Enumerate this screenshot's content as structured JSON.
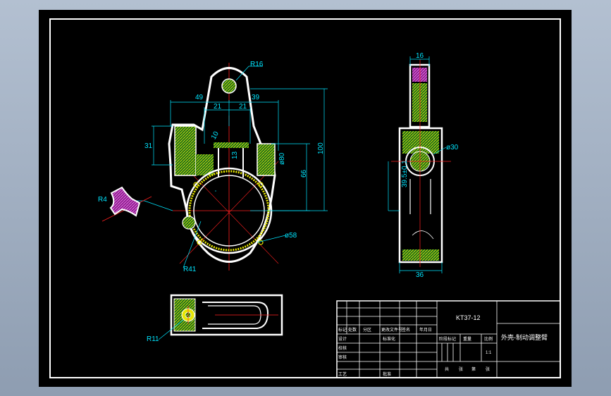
{
  "drawing": {
    "dimensions": {
      "r16": "R16",
      "d49": "49",
      "d39": "39",
      "d21a": "21",
      "d21b": "21",
      "d31": "31",
      "d13": "13",
      "d10": "10",
      "d100": "100",
      "d66": "66",
      "phi80": "ø80",
      "r4": "R4",
      "phi58": "ø58",
      "r41": "R41",
      "r11": "R11",
      "d16": "16",
      "phi30": "ø30",
      "d395": "39.5±0.1",
      "d36": "36"
    },
    "title_block": {
      "drawing_number": "KT37-12",
      "part_name": "外壳-制动调整臂",
      "row_labels": [
        "标记",
        "处数",
        "分区",
        "更改文件号",
        "签名",
        "年月日"
      ],
      "side_labels": [
        "设计",
        "校核",
        "审核",
        "工艺"
      ],
      "std_label": "标准化",
      "approve_label": "批准",
      "stage_label": "阶段标记",
      "weight_label": "重量",
      "scale_label": "比例",
      "scale_value": "1:1",
      "sheet_labels": [
        "共",
        "张",
        "第",
        "张"
      ]
    }
  },
  "colors": {
    "background": "#000000",
    "outline": "#ffffff",
    "dimension": "#00e5ff",
    "center_line": "#ff2020",
    "hatch_green": "#2f9e2f",
    "hatch_yellow": "#e6e600",
    "hatch_purple": "#c040c0"
  }
}
